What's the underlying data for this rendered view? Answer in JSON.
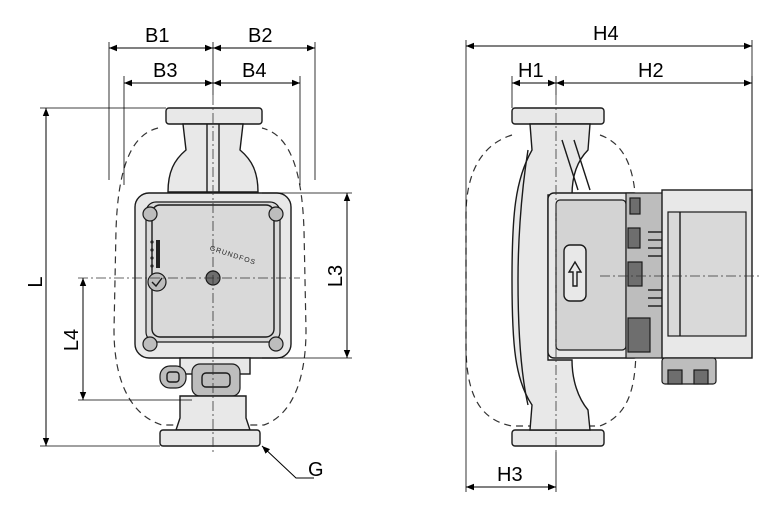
{
  "dimensions": {
    "B1": "B1",
    "B2": "B2",
    "B3": "B3",
    "B4": "B4",
    "L": "L",
    "L3": "L3",
    "L4": "L4",
    "H1": "H1",
    "H2": "H2",
    "H3": "H3",
    "H4": "H4",
    "G": "G"
  },
  "logo": "GRUNDFOS"
}
